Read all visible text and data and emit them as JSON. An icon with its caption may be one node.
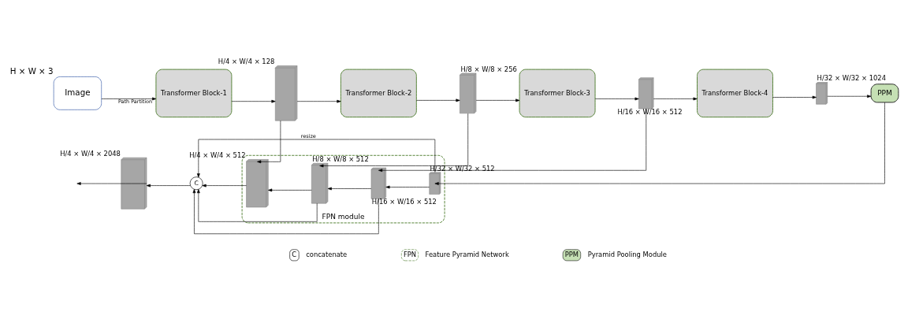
{
  "diagram": {
    "nodes": [
      {
        "text": [
          "Image"
        ],
        "beside": [
          "H × W × 3"
        ]
      },
      {
        "text": [
          "Transformer Block-1"
        ]
      },
      {
        "text": [],
        "shape": "box",
        "beside": [
          "H/4 × W/4 × 128"
        ]
      },
      {
        "text": [
          "Transformer Block-2"
        ]
      },
      {
        "text": [],
        "shape": "box",
        "beside": [
          "H/8 × W/8 × 256"
        ]
      },
      {
        "text": [
          "Transformer Block-3"
        ]
      },
      {
        "text": [],
        "shape": "box",
        "beside": [
          "H/16 × W/16 × 512"
        ]
      },
      {
        "text": [
          "Transformer Block-4"
        ]
      },
      {
        "text": [],
        "shape": "box",
        "beside": [
          "H/32 × W/32 × 1024"
        ]
      },
      {
        "text": [
          "PPM"
        ]
      },
      {
        "text": [
          "FPN module"
        ]
      },
      {
        "text": [],
        "shape": "box",
        "in": 10,
        "beside": [
          "H/32 × W/32 × 512"
        ]
      },
      {
        "text": [],
        "shape": "box",
        "in": 10,
        "beside": [
          "H/16 × W/16 × 512"
        ]
      },
      {
        "text": [],
        "shape": "box",
        "in": 10,
        "beside": [
          "H/8 × W/8 × 512"
        ]
      },
      {
        "text": [],
        "shape": "box",
        "in": 10,
        "beside": [
          "H/4 × W/4 × 512"
        ]
      },
      {
        "text": [
          "C"
        ]
      },
      {
        "text": [],
        "shape": "box",
        "beside": [
          "H/4 × W/4 × 2048"
        ]
      }
    ],
    "edges": [
      {
        "from": 0,
        "to": 1,
        "arrow": "to",
        "label": "Path Partition"
      },
      {
        "from": 1,
        "to": 2,
        "arrow": "to"
      },
      {
        "from": 2,
        "to": 3,
        "arrow": "to"
      },
      {
        "from": 3,
        "to": 4,
        "arrow": "to"
      },
      {
        "from": 4,
        "to": 5,
        "arrow": "to"
      },
      {
        "from": 5,
        "to": 6,
        "arrow": "to"
      },
      {
        "from": 6,
        "to": 7,
        "arrow": "to"
      },
      {
        "from": 7,
        "to": 8,
        "arrow": "to"
      },
      {
        "from": 8,
        "to": 9,
        "arrow": "to"
      },
      {
        "from": 9,
        "to": 11,
        "arrow": "to"
      },
      {
        "from": 6,
        "to": 12,
        "arrow": "to"
      },
      {
        "from": 4,
        "to": 13,
        "arrow": "to"
      },
      {
        "from": 2,
        "to": 14,
        "arrow": "to"
      },
      {
        "from": 11,
        "to": 12,
        "arrow": "to"
      },
      {
        "from": 12,
        "to": 13,
        "arrow": "to"
      },
      {
        "from": 13,
        "to": 14,
        "arrow": "to"
      },
      {
        "from": 14,
        "to": 15,
        "arrow": "to"
      },
      {
        "from": 11,
        "to": 15,
        "arrow": "to",
        "label": "resize"
      },
      {
        "from": 12,
        "to": 15,
        "arrow": "to"
      },
      {
        "from": 13,
        "to": 15,
        "arrow": "to"
      },
      {
        "from": 15,
        "to": 16,
        "arrow": "to"
      },
      {
        "from": 16,
        "to": null,
        "arrow": "to"
      }
    ],
    "labels": [
      "C",
      "FPN",
      "PPM"
    ],
    "legend": [
      {
        "text": "concatenate"
      },
      {
        "text": "Feature Pyramid Network"
      },
      {
        "text": "Pyramid Pooling Module"
      }
    ]
  }
}
